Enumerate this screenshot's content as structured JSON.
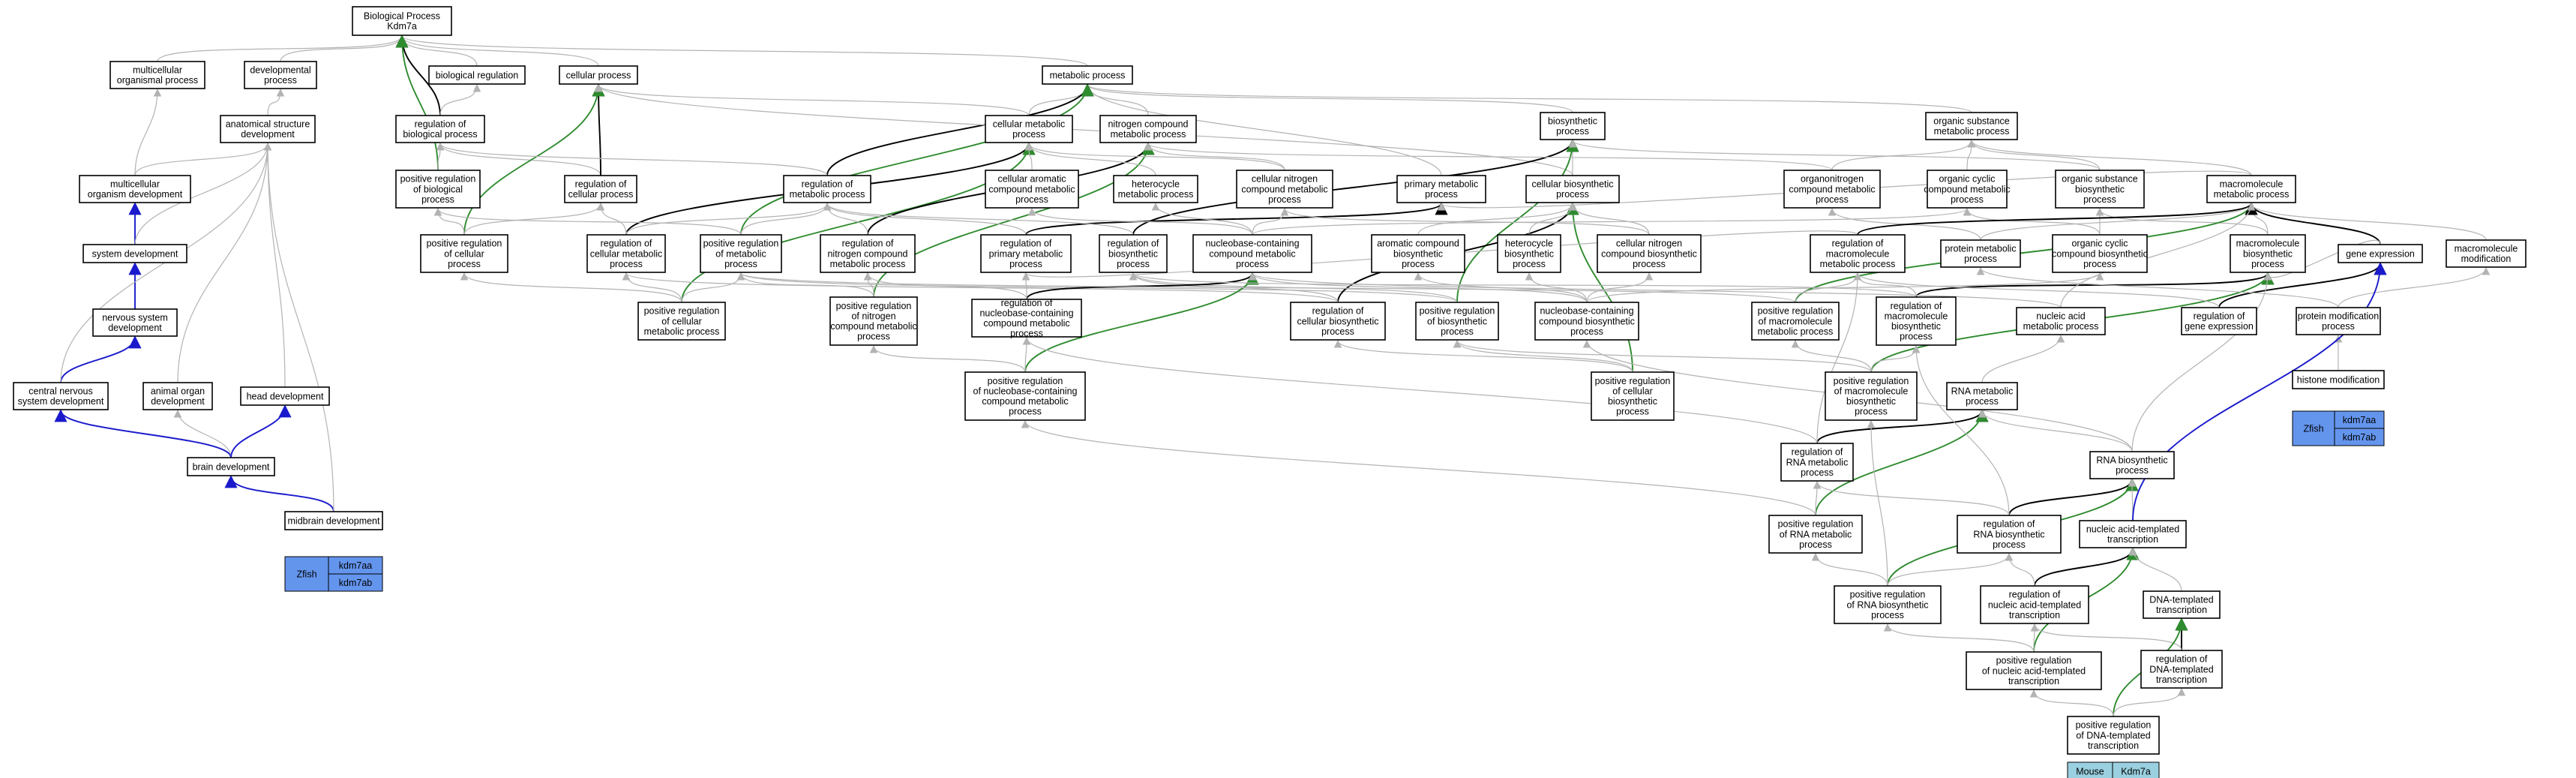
{
  "colors": {
    "gray_edge": "#b3b3b3",
    "black_edge": "#000000",
    "green_edge": "#2e8b2e",
    "blue_edge": "#1a1acc",
    "zfish_fill": "#6495ed",
    "mouse_fill": "#9ad0e0"
  },
  "nodes": [
    {
      "id": "n00",
      "lines": [
        "Biological Process",
        "Kdm7a"
      ]
    },
    {
      "id": "n01",
      "lines": [
        "multicellular",
        "organismal process"
      ]
    },
    {
      "id": "n02",
      "lines": [
        "developmental",
        "process"
      ]
    },
    {
      "id": "n03",
      "lines": [
        "biological regulation"
      ]
    },
    {
      "id": "n04",
      "lines": [
        "cellular process"
      ]
    },
    {
      "id": "n05",
      "lines": [
        "metabolic process"
      ]
    },
    {
      "id": "n06",
      "lines": [
        "biosynthetic",
        "process"
      ]
    },
    {
      "id": "n07",
      "lines": [
        "organic substance",
        "metabolic process"
      ]
    },
    {
      "id": "n08",
      "lines": [
        "anatomical structure",
        "development"
      ]
    },
    {
      "id": "n09",
      "lines": [
        "regulation of",
        "biological process"
      ]
    },
    {
      "id": "n10",
      "lines": [
        "cellular metabolic",
        "process"
      ]
    },
    {
      "id": "n11",
      "lines": [
        "nitrogen compound",
        "metabolic process"
      ]
    },
    {
      "id": "n12",
      "lines": [
        "primary metabolic",
        "process"
      ]
    },
    {
      "id": "n13",
      "lines": [
        "cellular biosynthetic",
        "process"
      ]
    },
    {
      "id": "n14",
      "lines": [
        "organonitrogen",
        "compound metabolic",
        "process"
      ]
    },
    {
      "id": "n15",
      "lines": [
        "organic cyclic",
        "compound metabolic",
        "process"
      ]
    },
    {
      "id": "n16",
      "lines": [
        "organic substance",
        "biosynthetic",
        "process"
      ]
    },
    {
      "id": "n17",
      "lines": [
        "macromolecule",
        "metabolic process"
      ]
    },
    {
      "id": "n18",
      "lines": [
        "multicellular",
        "organism development"
      ]
    },
    {
      "id": "n19",
      "lines": [
        "positive regulation",
        "of biological",
        "process"
      ]
    },
    {
      "id": "n20",
      "lines": [
        "regulation of",
        "cellular process"
      ]
    },
    {
      "id": "n21",
      "lines": [
        "regulation of",
        "metabolic process"
      ]
    },
    {
      "id": "n22",
      "lines": [
        "cellular aromatic",
        "compound metabolic",
        "process"
      ]
    },
    {
      "id": "n23",
      "lines": [
        "heterocycle",
        "metabolic process"
      ]
    },
    {
      "id": "n24",
      "lines": [
        "cellular nitrogen",
        "compound metabolic",
        "process"
      ]
    },
    {
      "id": "n25",
      "lines": [
        "system development"
      ]
    },
    {
      "id": "n26",
      "lines": [
        "positive regulation",
        "of cellular",
        "process"
      ]
    },
    {
      "id": "n27",
      "lines": [
        "regulation of",
        "cellular metabolic",
        "process"
      ]
    },
    {
      "id": "n28",
      "lines": [
        "positive regulation",
        "of metabolic",
        "process"
      ]
    },
    {
      "id": "n29",
      "lines": [
        "regulation of",
        "nitrogen compound",
        "metabolic process"
      ]
    },
    {
      "id": "n30",
      "lines": [
        "regulation of",
        "primary metabolic",
        "process"
      ]
    },
    {
      "id": "n31",
      "lines": [
        "regulation of",
        "biosynthetic",
        "process"
      ]
    },
    {
      "id": "n32",
      "lines": [
        "nucleobase-containing",
        "compound metabolic",
        "process"
      ]
    },
    {
      "id": "n33",
      "lines": [
        "aromatic compound",
        "biosynthetic",
        "process"
      ]
    },
    {
      "id": "n34",
      "lines": [
        "heterocycle",
        "biosynthetic",
        "process"
      ]
    },
    {
      "id": "n35",
      "lines": [
        "cellular nitrogen",
        "compound biosynthetic",
        "process"
      ]
    },
    {
      "id": "n36",
      "lines": [
        "regulation of",
        "macromolecule",
        "metabolic process"
      ]
    },
    {
      "id": "n37",
      "lines": [
        "protein metabolic",
        "process"
      ]
    },
    {
      "id": "n38",
      "lines": [
        "organic cyclic",
        "compound biosynthetic",
        "process"
      ]
    },
    {
      "id": "n39",
      "lines": [
        "macromolecule",
        "biosynthetic",
        "process"
      ]
    },
    {
      "id": "n40",
      "lines": [
        "gene expression"
      ]
    },
    {
      "id": "n41",
      "lines": [
        "macromolecule",
        "modification"
      ]
    },
    {
      "id": "n42",
      "lines": [
        "nervous system",
        "development"
      ]
    },
    {
      "id": "n43",
      "lines": [
        "positive regulation",
        "of cellular",
        "metabolic process"
      ]
    },
    {
      "id": "n44",
      "lines": [
        "positive regulation",
        "of nitrogen",
        "compound metabolic",
        "process"
      ]
    },
    {
      "id": "n45",
      "lines": [
        "regulation of",
        "nucleobase-containing",
        "compound metabolic",
        "process"
      ]
    },
    {
      "id": "n46",
      "lines": [
        "regulation of",
        "cellular biosynthetic",
        "process"
      ]
    },
    {
      "id": "n47",
      "lines": [
        "positive regulation",
        "of biosynthetic",
        "process"
      ]
    },
    {
      "id": "n48",
      "lines": [
        "nucleobase-containing",
        "compound biosynthetic",
        "process"
      ]
    },
    {
      "id": "n49",
      "lines": [
        "positive regulation",
        "of macromolecule",
        "metabolic process"
      ]
    },
    {
      "id": "n50",
      "lines": [
        "regulation of",
        "macromolecule",
        "biosynthetic",
        "process"
      ]
    },
    {
      "id": "n51",
      "lines": [
        "nucleic acid",
        "metabolic process"
      ]
    },
    {
      "id": "n52",
      "lines": [
        "regulation of",
        "gene expression"
      ]
    },
    {
      "id": "n53",
      "lines": [
        "protein modification",
        "process"
      ]
    },
    {
      "id": "n54",
      "lines": [
        "central nervous",
        "system development"
      ]
    },
    {
      "id": "n55",
      "lines": [
        "animal organ",
        "development"
      ]
    },
    {
      "id": "n56",
      "lines": [
        "head development"
      ]
    },
    {
      "id": "n57",
      "lines": [
        "positive regulation",
        "of nucleobase-containing",
        "compound metabolic",
        "process"
      ]
    },
    {
      "id": "n58",
      "lines": [
        "positive regulation",
        "of cellular",
        "biosynthetic",
        "process"
      ]
    },
    {
      "id": "n59",
      "lines": [
        "positive regulation",
        "of macromolecule",
        "biosynthetic",
        "process"
      ]
    },
    {
      "id": "n60",
      "lines": [
        "RNA metabolic",
        "process"
      ]
    },
    {
      "id": "n61",
      "lines": [
        "histone modification"
      ]
    },
    {
      "id": "n62",
      "lines": [
        "brain development"
      ]
    },
    {
      "id": "n63",
      "lines": [
        "regulation of",
        "RNA metabolic",
        "process"
      ]
    },
    {
      "id": "n64",
      "lines": [
        "RNA biosynthetic",
        "process"
      ]
    },
    {
      "id": "n65",
      "lines": [
        "midbrain development"
      ]
    },
    {
      "id": "n66",
      "lines": [
        "positive regulation",
        "of RNA metabolic",
        "process"
      ]
    },
    {
      "id": "n67",
      "lines": [
        "regulation of",
        "RNA biosynthetic",
        "process"
      ]
    },
    {
      "id": "n68",
      "lines": [
        "nucleic acid-templated",
        "transcription"
      ]
    },
    {
      "id": "n69",
      "lines": [
        "positive regulation",
        "of RNA biosynthetic",
        "process"
      ]
    },
    {
      "id": "n70",
      "lines": [
        "regulation of",
        "nucleic acid-templated",
        "transcription"
      ]
    },
    {
      "id": "n71",
      "lines": [
        "DNA-templated",
        "transcription"
      ]
    },
    {
      "id": "n72",
      "lines": [
        "positive regulation",
        "of nucleic acid-templated",
        "transcription"
      ]
    },
    {
      "id": "n73",
      "lines": [
        "regulation of",
        "DNA-templated",
        "transcription"
      ]
    },
    {
      "id": "n74",
      "lines": [
        "positive regulation",
        "of DNA-templated",
        "transcription"
      ]
    }
  ],
  "annotations": [
    {
      "id": "a1",
      "species": "Zfish",
      "genes": [
        "kdm7aa",
        "kdm7ab"
      ],
      "color": "zfish"
    },
    {
      "id": "a2",
      "species": "Zfish",
      "genes": [
        "kdm7aa",
        "kdm7ab"
      ],
      "color": "zfish"
    },
    {
      "id": "a3",
      "species": "Mouse",
      "genes": [
        "Kdm7a"
      ],
      "color": "mouse"
    }
  ]
}
